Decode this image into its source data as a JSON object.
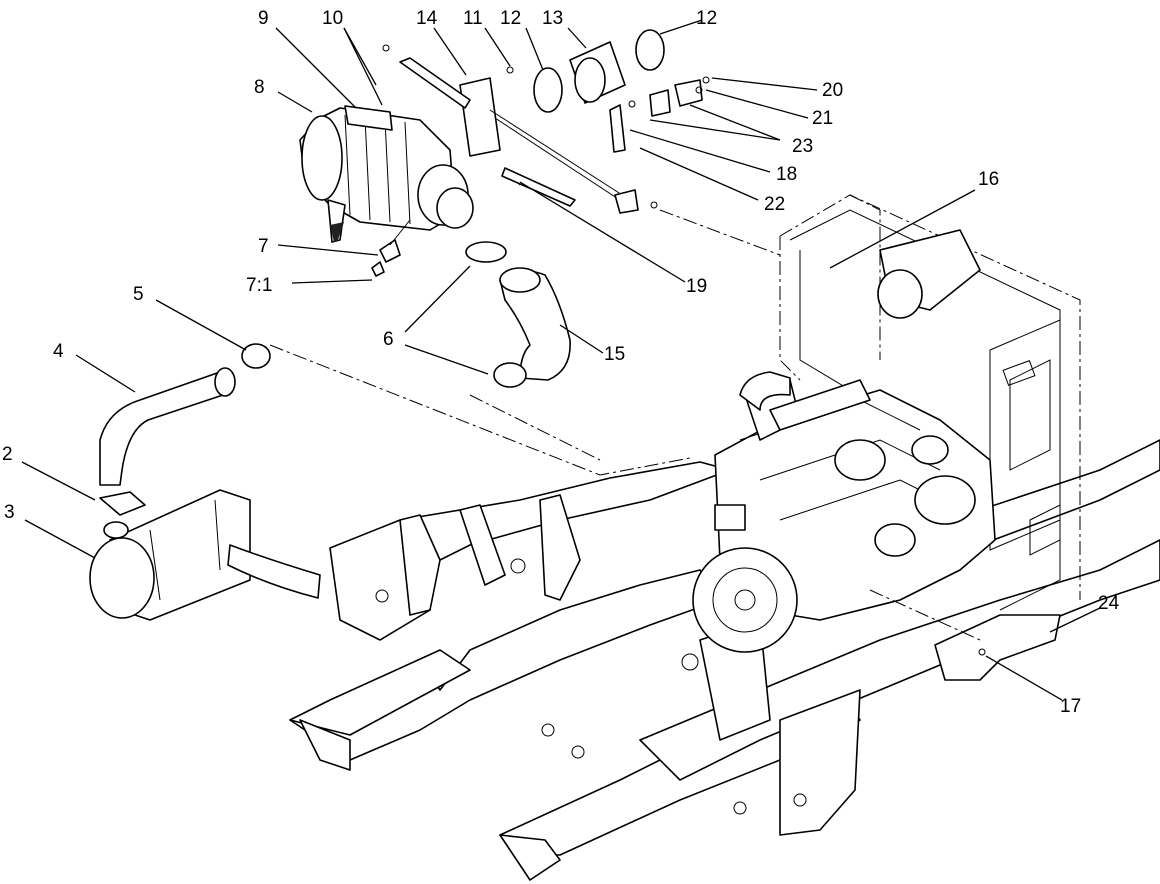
{
  "callouts": [
    {
      "id": "c9",
      "label": "9"
    },
    {
      "id": "c10",
      "label": "10"
    },
    {
      "id": "c14",
      "label": "14"
    },
    {
      "id": "c11",
      "label": "11"
    },
    {
      "id": "c12a",
      "label": "12"
    },
    {
      "id": "c13",
      "label": "13"
    },
    {
      "id": "c12b",
      "label": "12"
    },
    {
      "id": "c8",
      "label": "8"
    },
    {
      "id": "c20",
      "label": "20"
    },
    {
      "id": "c21",
      "label": "21"
    },
    {
      "id": "c23",
      "label": "23"
    },
    {
      "id": "c18",
      "label": "18"
    },
    {
      "id": "c22",
      "label": "22"
    },
    {
      "id": "c16",
      "label": "16"
    },
    {
      "id": "c7",
      "label": "7"
    },
    {
      "id": "c7_1",
      "label": "7:1"
    },
    {
      "id": "c19",
      "label": "19"
    },
    {
      "id": "c5",
      "label": "5"
    },
    {
      "id": "c6",
      "label": "6"
    },
    {
      "id": "c15",
      "label": "15"
    },
    {
      "id": "c4",
      "label": "4"
    },
    {
      "id": "c2",
      "label": "2"
    },
    {
      "id": "c3",
      "label": "3"
    },
    {
      "id": "c24",
      "label": "24"
    },
    {
      "id": "c17",
      "label": "17"
    }
  ]
}
